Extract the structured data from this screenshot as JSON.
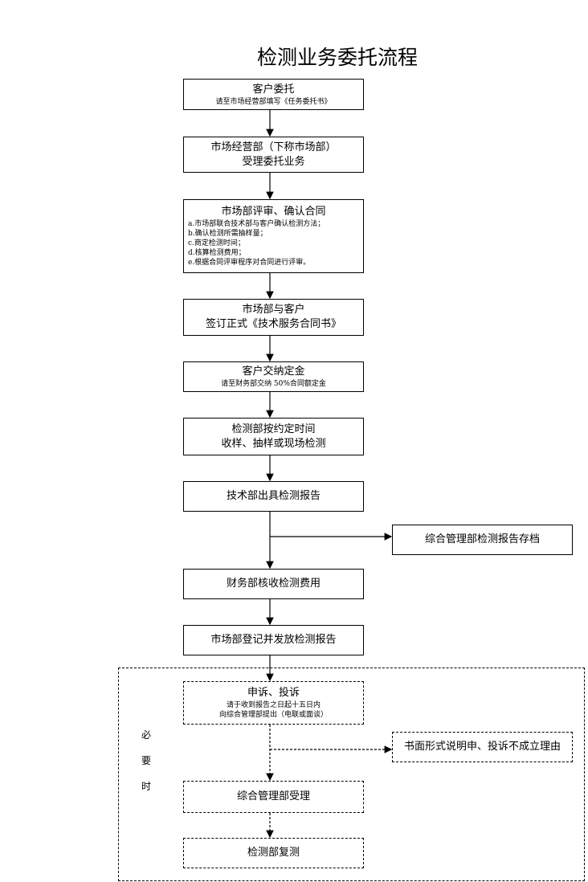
{
  "title": "检测业务委托流程",
  "steps": [
    {
      "main": "客户委托",
      "sub": "请至市场经营部填写《任务委托书》"
    },
    {
      "main": "市场经营部（下称市场部）",
      "main2": "受理委托业务"
    },
    {
      "main": "市场部评审、确认合同",
      "items": [
        "a.市场部联合技术部与客户确认检测方法；",
        "b.确认检测所需抽样量；",
        "c.商定检测时间；",
        "d.核算检测费用；",
        "e.根据合同评审程序对合同进行评审。"
      ]
    },
    {
      "main": "市场部与客户",
      "main2": "签订正式《技术服务合同书》"
    },
    {
      "main": "客户交纳定金",
      "sub": "请至财务部交纳 50%合同额定金"
    },
    {
      "main": "检测部按约定时间",
      "main2": "收样、抽样或现场检测"
    },
    {
      "main": "技术部出具检测报告"
    },
    {
      "main": "财务部核收检测费用"
    },
    {
      "main": "市场部登记并发放检测报告"
    }
  ],
  "side_archive": "综合管理部检测报告存档",
  "optional": {
    "label": [
      "必",
      "要",
      "时"
    ],
    "complaint": {
      "main": "申诉、投诉",
      "sub1": "请于收到报告之日起十五日内",
      "sub2": "向综合管理部提出（电联或面谈）"
    },
    "reject": "书面形式说明申、投诉不成立理由",
    "accept": "综合管理部受理",
    "retest": "检测部复测"
  }
}
